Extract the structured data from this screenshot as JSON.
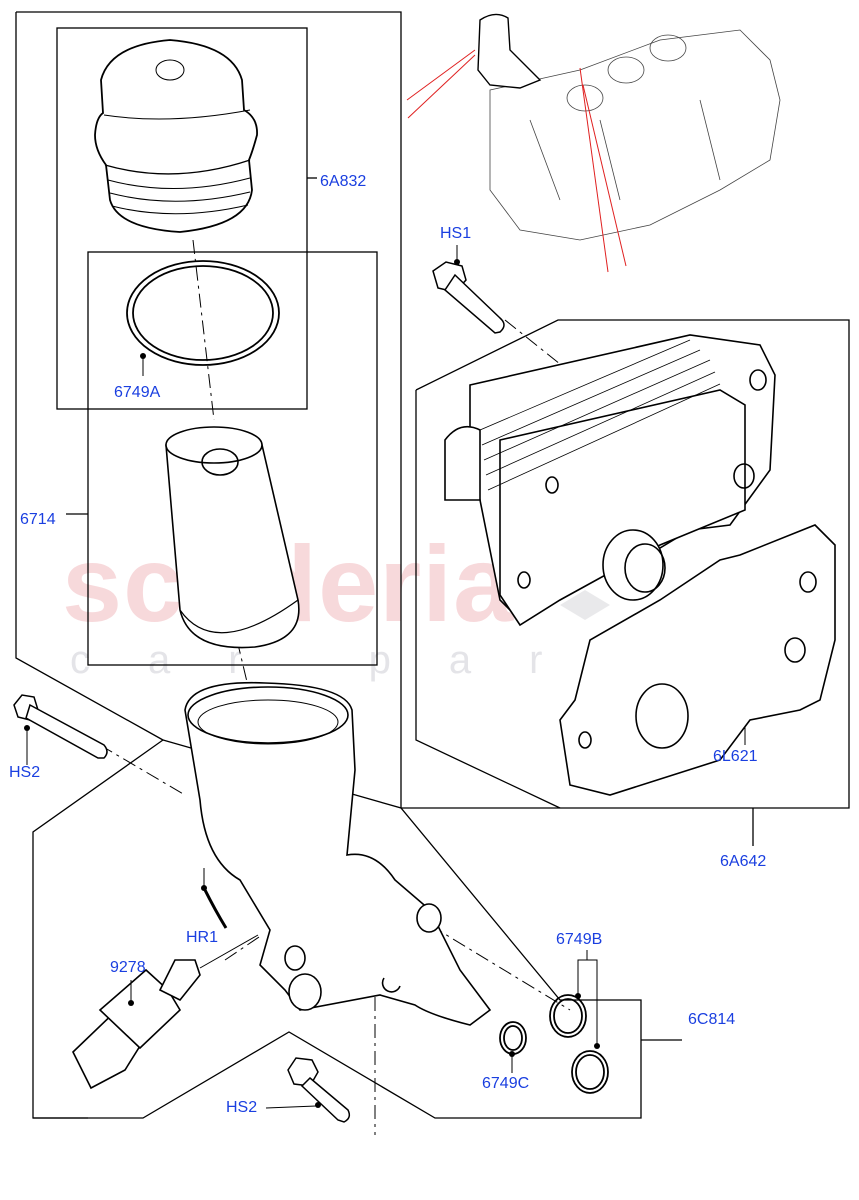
{
  "diagram": {
    "type": "exploded-parts-diagram",
    "subject": "Oil filter housing and oil cooler assembly",
    "watermark": {
      "main": "scuderia",
      "sub": "car parts",
      "main_color": "#f5c9cd",
      "sub_color": "#e4e4e8"
    },
    "colors": {
      "label": "#1a3fe0",
      "line": "#000000",
      "locator_line": "#e02020"
    },
    "labels": [
      {
        "id": "6A832",
        "text": "6A832",
        "description": "Oil filter cap"
      },
      {
        "id": "6749A",
        "text": "6749A",
        "description": "Cap O-ring seal"
      },
      {
        "id": "6714",
        "text": "6714",
        "description": "Oil filter element"
      },
      {
        "id": "HS1",
        "text": "HS1",
        "description": "Oil cooler bolt"
      },
      {
        "id": "6L621",
        "text": "6L621",
        "description": "Oil cooler gasket"
      },
      {
        "id": "6A642",
        "text": "6A642",
        "description": "Oil cooler"
      },
      {
        "id": "HS2_top",
        "text": "HS2",
        "description": "Housing bolt (upper)"
      },
      {
        "id": "HR1",
        "text": "HR1",
        "description": "Sensor O-ring"
      },
      {
        "id": "9278",
        "text": "9278",
        "description": "Oil pressure sensor"
      },
      {
        "id": "6749B",
        "text": "6749B",
        "description": "Seal rings (pair)"
      },
      {
        "id": "6C814",
        "text": "6C814",
        "description": "Oil filter housing assembly"
      },
      {
        "id": "6749C",
        "text": "6749C",
        "description": "Seal ring"
      },
      {
        "id": "HS2_bottom",
        "text": "HS2",
        "description": "Housing bolt (lower)"
      }
    ]
  }
}
